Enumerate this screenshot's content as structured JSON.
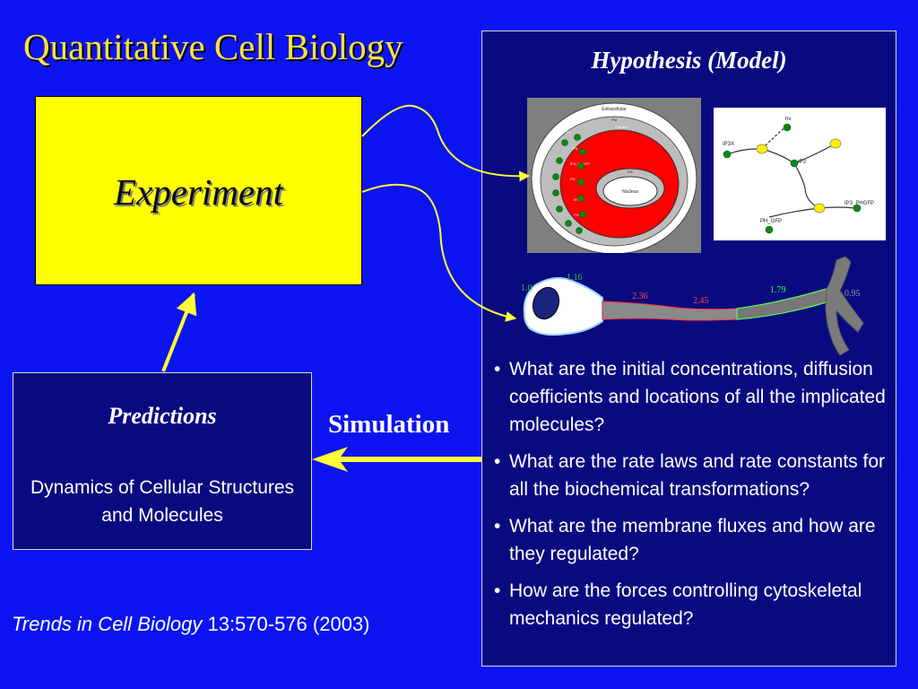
{
  "slide": {
    "title": "Quantitative Cell Biology",
    "experiment_label": "Experiment",
    "predictions": {
      "title": "Predictions",
      "body": "Dynamics of Cellular Structures and Molecules"
    },
    "simulation_label": "Simulation",
    "citation": {
      "journal": "Trends in Cell Biology",
      "reference": " 13:570-576 (2003)"
    }
  },
  "model": {
    "title": "Hypothesis (Model)",
    "cell_diagram": {
      "labels": [
        "Extracellular",
        "PM",
        "Cytosol",
        "ER",
        "Nucleus",
        "PI",
        "IP3",
        "IP3_PHGFP",
        "PH",
        "IP3",
        "PH"
      ]
    },
    "network_diagram": {
      "labels": [
        "hv",
        "IP3X",
        "IP3",
        "IP3_PHGFP",
        "PH_GFP"
      ]
    },
    "neuron_values": [
      "1.0",
      "1.16",
      "2.36",
      "2.45",
      "1.79",
      "0.95"
    ],
    "questions": [
      "What are the initial concentrations, diffusion coefficients and locations of all the implicated molecules?",
      "What are the rate laws and rate constants for all the biochemical transformations?",
      "What are the membrane fluxes and how are they regulated?",
      "How are the forces controlling cytoskeletal mechanics regulated?"
    ]
  },
  "colors": {
    "background": "#0B14F0",
    "title": "#FFE23A",
    "experiment_fill": "#FFFF00",
    "panel_fill": "#0A0A80",
    "arrow": "#FFFF33"
  }
}
